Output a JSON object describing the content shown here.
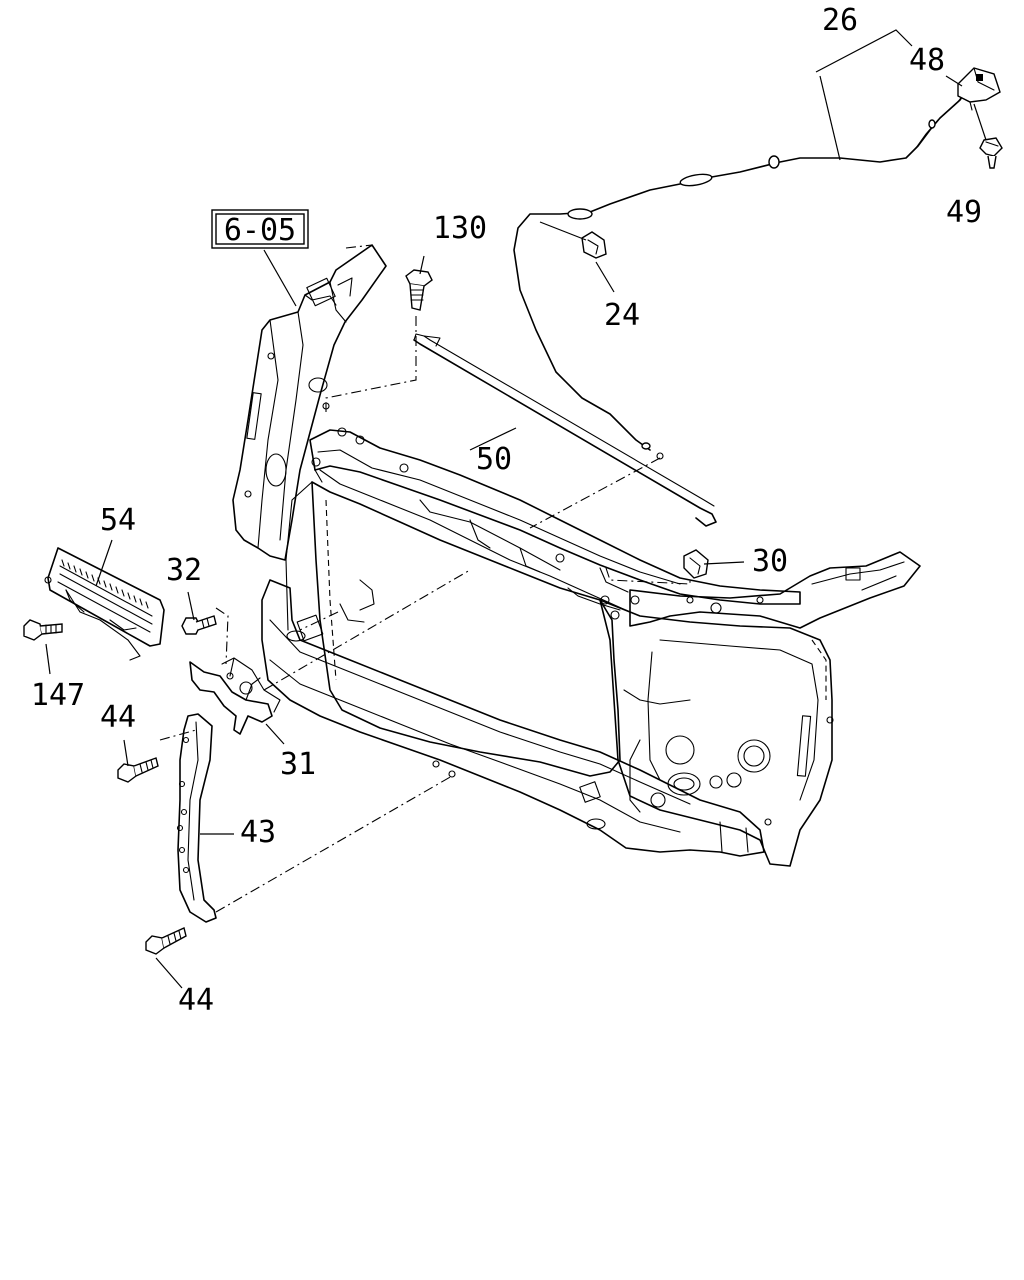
{
  "diagram": {
    "reference_box": "6-05",
    "callouts": {
      "c26": "26",
      "c48": "48",
      "c49": "49",
      "c24": "24",
      "c130": "130",
      "c50": "50",
      "c30": "30",
      "c54": "54",
      "c32": "32",
      "c147": "147",
      "c44a": "44",
      "c31": "31",
      "c43": "43",
      "c44b": "44"
    }
  }
}
